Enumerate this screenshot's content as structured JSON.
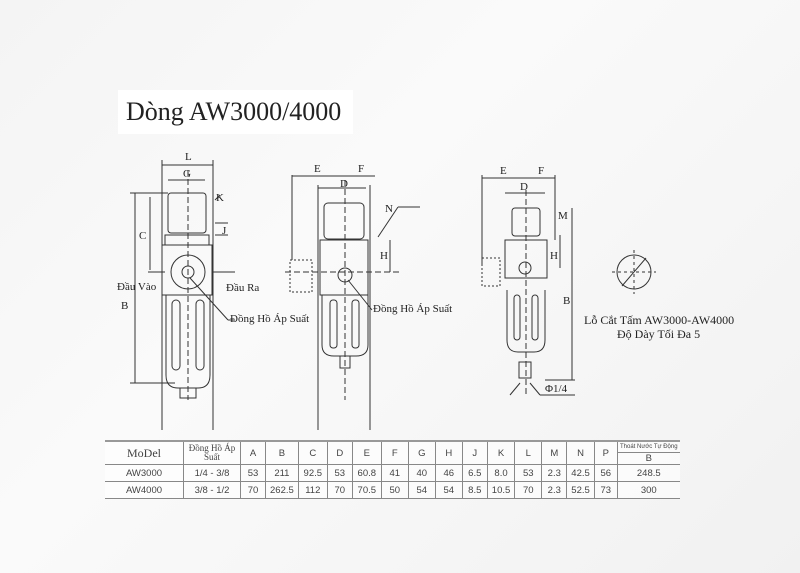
{
  "title": "Dòng  AW3000/4000",
  "labels": {
    "inlet": "Đầu Vào",
    "outlet": "Đầu Ra",
    "gauge1": "Đồng Hồ Áp Suất",
    "gauge2": "Đồng Hồ Áp Suất",
    "panel_line1": "Lỗ Cắt Tấm AW3000-AW4000",
    "panel_line2": "Độ Dày Tối Đa 5",
    "phi": "Φ1/4",
    "dims": {
      "L": "L",
      "G": "G",
      "K": "K",
      "C": "C",
      "J": "J",
      "B": "B",
      "E": "E",
      "F": "F",
      "D": "D",
      "N": "N",
      "H": "H",
      "M": "M"
    }
  },
  "table": {
    "headers": [
      "MoDel",
      "Đồng Hồ Áp Suất",
      "A",
      "B",
      "C",
      "D",
      "E",
      "F",
      "G",
      "H",
      "J",
      "K",
      "L",
      "M",
      "N",
      "P"
    ],
    "drain_header": "Thoát Nước Tự Động",
    "drain_sub": "B",
    "rows": [
      {
        "cells": [
          "AW3000",
          "1/4 - 3/8",
          "53",
          "211",
          "92.5",
          "53",
          "60.8",
          "41",
          "40",
          "46",
          "6.5",
          "8.0",
          "53",
          "2.3",
          "42.5",
          "56"
        ],
        "drain": "248.5"
      },
      {
        "cells": [
          "AW4000",
          "3/8 - 1/2",
          "70",
          "262.5",
          "112",
          "70",
          "70.5",
          "50",
          "54",
          "54",
          "8.5",
          "10.5",
          "70",
          "2.3",
          "52.5",
          "73"
        ],
        "drain": "300"
      }
    ]
  }
}
